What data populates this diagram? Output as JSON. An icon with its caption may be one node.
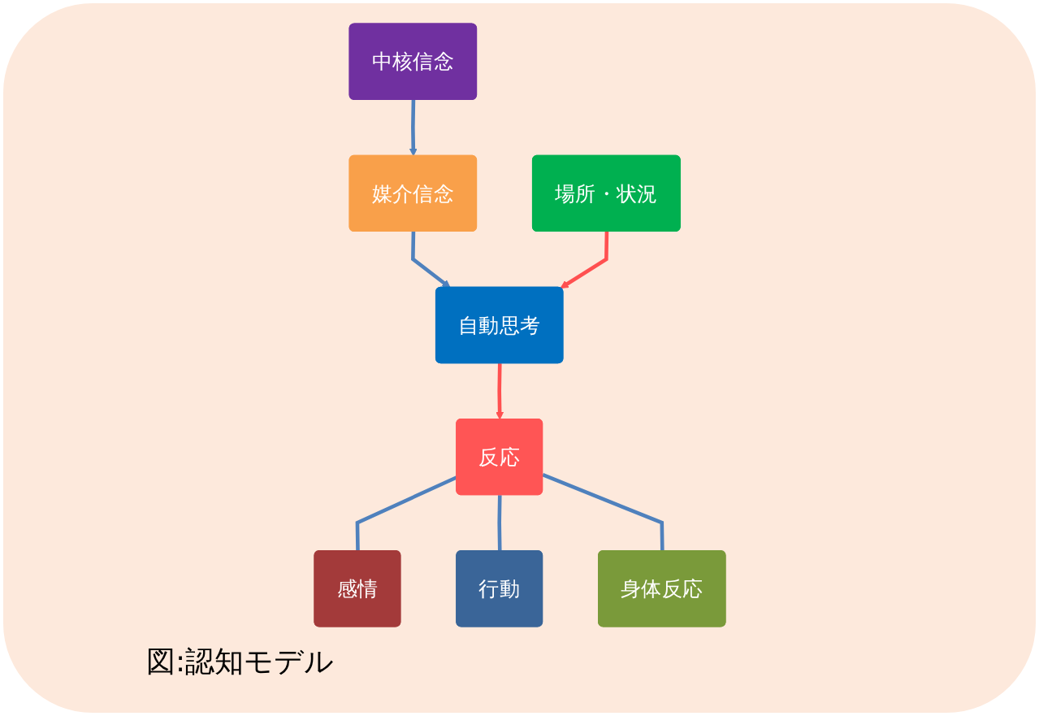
{
  "diagram": {
    "caption": "図:認知モデル",
    "nodes": [
      {
        "text": [
          "中核信念"
        ]
      },
      {
        "text": [
          "媒介信念"
        ]
      },
      {
        "text": [
          "場所・状況"
        ]
      },
      {
        "text": [
          "自動思考"
        ]
      },
      {
        "text": [
          "反応"
        ]
      },
      {
        "text": [
          "感情"
        ]
      },
      {
        "text": [
          "行動"
        ]
      },
      {
        "text": [
          "身体反応"
        ]
      }
    ],
    "edges": [
      {
        "from": 0,
        "to": 1,
        "arrow": "to"
      },
      {
        "from": 1,
        "to": 3,
        "arrow": "to"
      },
      {
        "from": 2,
        "to": 3,
        "arrow": "to",
        "color": "#ff5050"
      },
      {
        "from": 3,
        "to": 4,
        "arrow": "to",
        "color": "#ff5050"
      },
      {
        "from": 4,
        "to": 5,
        "arrow": "none"
      },
      {
        "from": 4,
        "to": 6,
        "arrow": "none"
      },
      {
        "from": 4,
        "to": 7,
        "arrow": "none"
      }
    ]
  }
}
